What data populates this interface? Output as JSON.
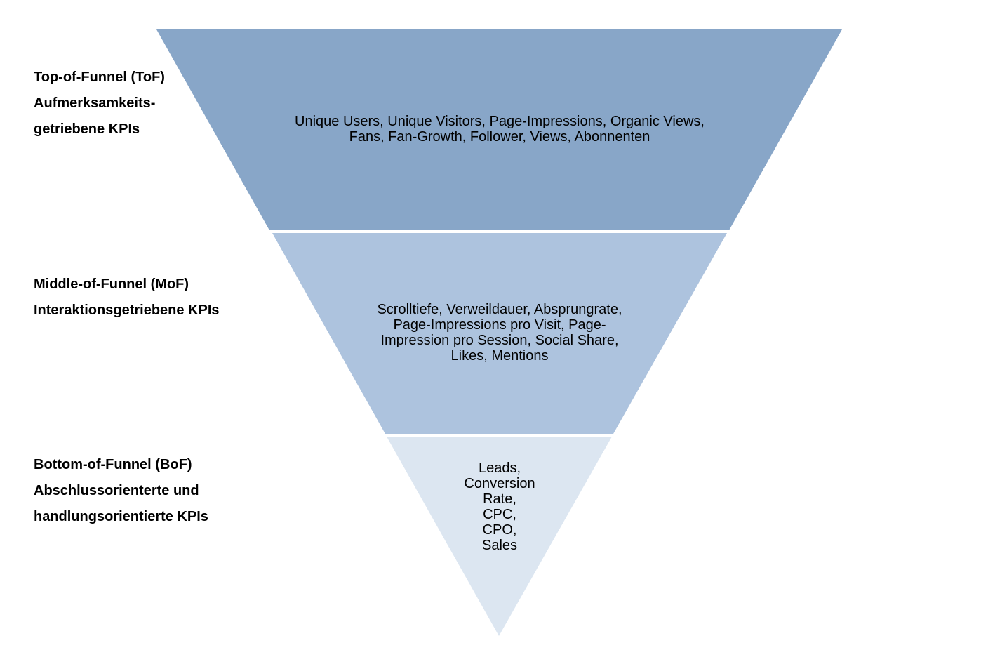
{
  "colors": {
    "top_segment": "#88a6c8",
    "middle_segment": "#adc3de",
    "bottom_segment": "#dce6f1",
    "separator": "#ffffff"
  },
  "stages": [
    {
      "label_lines": [
        "Top-of-Funnel (ToF)",
        "Aufmerksamkeits-",
        "getriebene KPIs"
      ],
      "kpi_lines": [
        "Unique Users, Unique Visitors, Page-Impressions, Organic Views,",
        "Fans, Fan-Growth, Follower, Views, Abonnenten"
      ]
    },
    {
      "label_lines": [
        "Middle-of-Funnel (MoF)",
        "Interaktionsgetriebene KPIs"
      ],
      "kpi_lines": [
        "Scrolltiefe, Verweildauer, Absprungrate,",
        "Page-Impressions pro Visit, Page-",
        "Impression pro Session, Social Share,",
        "Likes, Mentions"
      ]
    },
    {
      "label_lines": [
        "Bottom-of-Funnel (BoF)",
        "Abschlussorienterte und",
        "handlungsorientierte KPIs"
      ],
      "kpi_lines": [
        "Leads,",
        "Conversion",
        "Rate,",
        "CPC,",
        "CPO,",
        "Sales"
      ]
    }
  ]
}
